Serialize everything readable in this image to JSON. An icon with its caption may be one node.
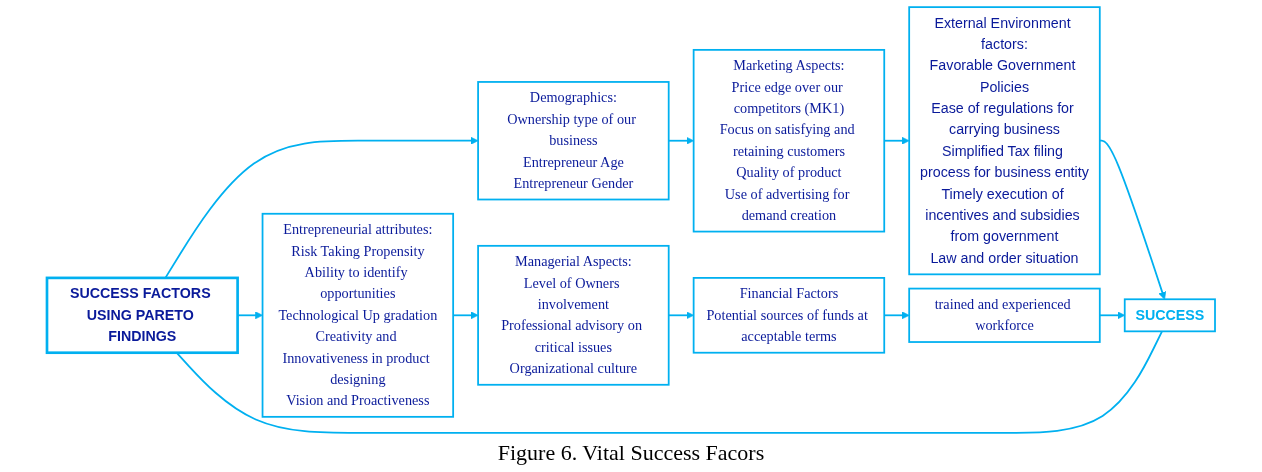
{
  "diagram": {
    "caption": "Figure 6. Vital Success Facors",
    "nodes": [
      {
        "text": [
          "SUCCESS FACTORS USING PARETO FINDINGS"
        ]
      },
      {
        "text": [
          "Demographics:",
          "Ownership type of our business",
          "Entrepreneur Age",
          "Entrepreneur Gender"
        ]
      },
      {
        "text": [
          "Marketing Aspects:",
          "Price edge over our competitors (MK1)",
          "Focus on satisfying and retaining customers",
          "Quality of product",
          "Use of advertising for demand creation"
        ]
      },
      {
        "text": [
          "External Environment factors:",
          "Favorable Government Policies",
          "Ease of regulations for carrying business",
          "Simplified Tax filing process for business entity",
          "Timely execution of incentives and subsidies from government",
          "Law and order situation"
        ]
      },
      {
        "text": [
          "Entrepreneurial attributes:",
          "Risk Taking Propensity",
          "Ability to identify opportunities",
          "Technological Up gradation",
          "Creativity and Innovativeness in product designing",
          "Vision and Proactiveness"
        ]
      },
      {
        "text": [
          "Managerial Aspects:",
          "Level of Owners involvement",
          "Professional advisory on critical issues",
          "Organizational culture"
        ]
      },
      {
        "text": [
          "Financial Factors",
          "Potential sources of funds at acceptable terms"
        ]
      },
      {
        "text": [
          "trained and experienced workforce"
        ]
      },
      {
        "text": [
          "SUCCESS"
        ]
      }
    ],
    "edges": [
      {
        "from": 0,
        "to": 1,
        "arrow": "to"
      },
      {
        "from": 1,
        "to": 2,
        "arrow": "to"
      },
      {
        "from": 2,
        "to": 3,
        "arrow": "to"
      },
      {
        "from": 3,
        "to": 8,
        "arrow": "to"
      },
      {
        "from": 0,
        "to": 4,
        "arrow": "to"
      },
      {
        "from": 4,
        "to": 5,
        "arrow": "to"
      },
      {
        "from": 5,
        "to": 6,
        "arrow": "to"
      },
      {
        "from": 6,
        "to": 7,
        "arrow": "to"
      },
      {
        "from": 7,
        "to": 8,
        "arrow": "to"
      },
      {
        "from": 0,
        "to": 8,
        "arrow": "none"
      }
    ]
  }
}
